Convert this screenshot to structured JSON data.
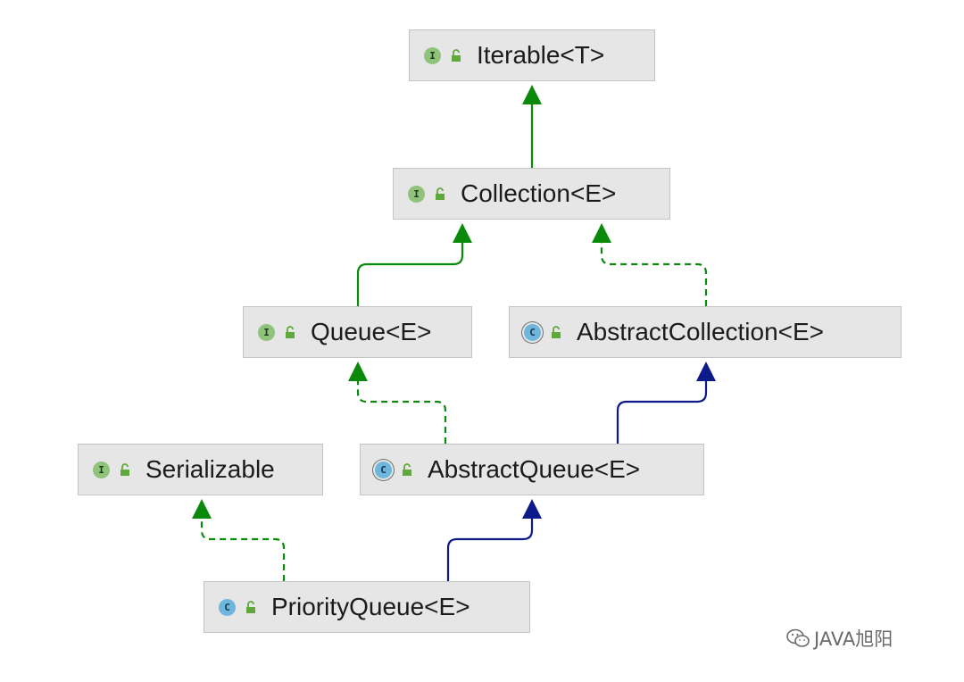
{
  "diagram": {
    "nodes": [
      {
        "id": "iterable",
        "kind": "interface",
        "kind_letter": "I",
        "label": "Iterable<T>"
      },
      {
        "id": "collection",
        "kind": "interface",
        "kind_letter": "I",
        "label": "Collection<E>"
      },
      {
        "id": "queue",
        "kind": "interface",
        "kind_letter": "I",
        "label": "Queue<E>"
      },
      {
        "id": "abstract-collection",
        "kind": "abstract class",
        "kind_letter": "C",
        "label": "AbstractCollection<E>"
      },
      {
        "id": "serializable",
        "kind": "interface",
        "kind_letter": "I",
        "label": "Serializable"
      },
      {
        "id": "abstract-queue",
        "kind": "abstract class",
        "kind_letter": "C",
        "label": "AbstractQueue<E>"
      },
      {
        "id": "priority-queue",
        "kind": "class",
        "kind_letter": "C",
        "label": "PriorityQueue<E>"
      }
    ],
    "edges": [
      {
        "from": "collection",
        "to": "iterable",
        "relation": "extends",
        "style": "solid",
        "color": "#0a8a0a"
      },
      {
        "from": "queue",
        "to": "collection",
        "relation": "extends",
        "style": "solid",
        "color": "#0a8a0a"
      },
      {
        "from": "abstract-collection",
        "to": "collection",
        "relation": "implements",
        "style": "dashed",
        "color": "#0a8a0a"
      },
      {
        "from": "abstract-queue",
        "to": "queue",
        "relation": "implements",
        "style": "dashed",
        "color": "#0a8a0a"
      },
      {
        "from": "abstract-queue",
        "to": "abstract-collection",
        "relation": "extends",
        "style": "solid",
        "color": "#0c1a8a"
      },
      {
        "from": "priority-queue",
        "to": "serializable",
        "relation": "implements",
        "style": "dashed",
        "color": "#0a8a0a"
      },
      {
        "from": "priority-queue",
        "to": "abstract-queue",
        "relation": "extends",
        "style": "solid",
        "color": "#0c1a8a"
      }
    ]
  },
  "colors": {
    "node_background": "#e6e6e6",
    "node_border": "#c4c4c4",
    "interface_icon": "#8fc27a",
    "class_icon": "#6fb6dd",
    "lock_icon": "#5fa83c",
    "implements_edge": "#0a8a0a",
    "extends_class_edge": "#0c1a8a"
  },
  "watermark": {
    "text": "JAVA旭阳",
    "icon": "wechat-icon"
  }
}
